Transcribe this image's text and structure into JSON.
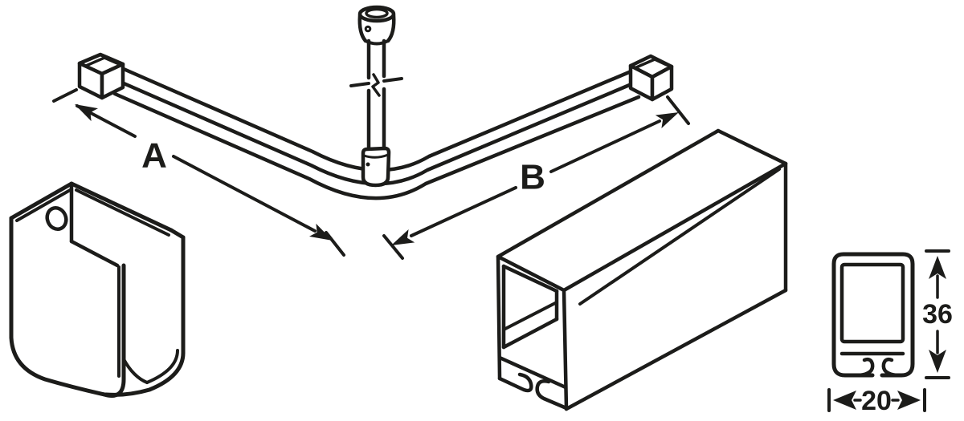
{
  "figure": {
    "background_color": "#ffffff",
    "line_color": "#1c1c1a",
    "labels": {
      "segment_a": "A",
      "segment_b": "B",
      "profile_height": "36",
      "profile_width": "20"
    }
  }
}
